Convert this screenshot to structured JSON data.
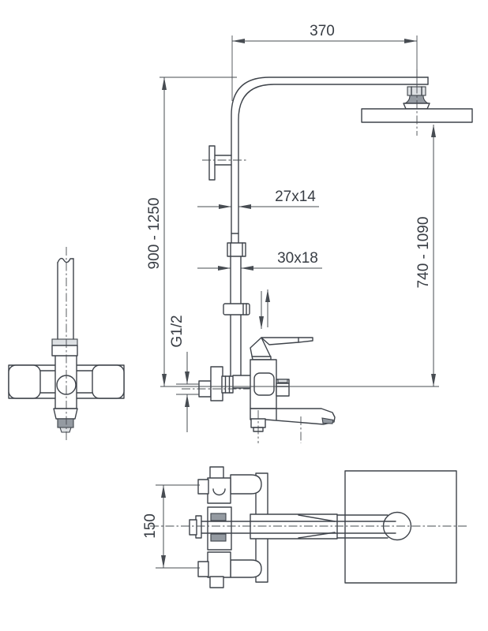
{
  "labels": {
    "dim_arm_reach": "370",
    "dim_column_height": "900 - 1250",
    "dim_head_height": "740 - 1090",
    "dim_pipe_upper": "27x14",
    "dim_pipe_lower": "30x18",
    "dim_thread": "G1/2",
    "dim_inlet_spacing": "150"
  },
  "colors": {
    "line": "#3e434a",
    "dim": "#474c52",
    "text": "#383d44",
    "shade": "#949aa1",
    "light": "#dde0e3",
    "background": "#ffffff"
  }
}
